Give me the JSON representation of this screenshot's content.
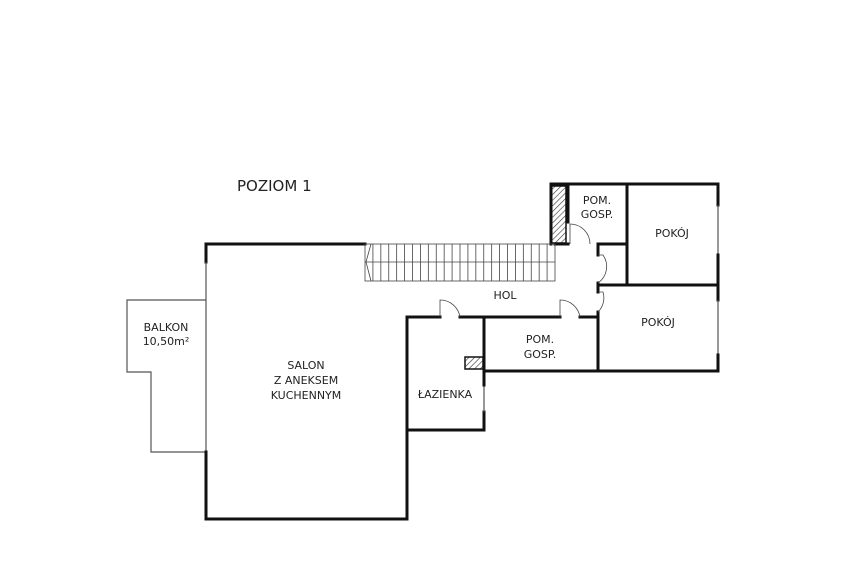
{
  "title": "POZIOM 1",
  "rooms": {
    "balkon": {
      "name": "BALKON",
      "area": "10,50m²"
    },
    "salon": {
      "line1": "SALON",
      "line2": "Z ANEKSEM",
      "line3": "KUCHENNYM"
    },
    "lazienka": "ŁAZIENKA",
    "hol": "HOL",
    "pom_gosp_upper": {
      "line1": "POM.",
      "line2": "GOSP."
    },
    "pom_gosp_lower": {
      "line1": "POM.",
      "line2": "GOSP."
    },
    "pokoj_upper": "POKÓJ",
    "pokoj_lower": "POKÓJ"
  }
}
